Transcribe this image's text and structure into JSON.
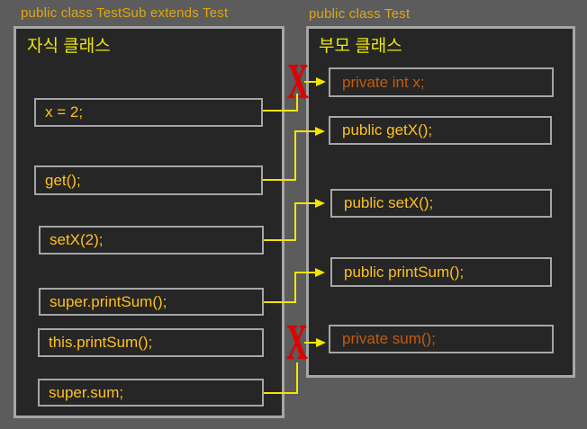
{
  "slide": {
    "headers": {
      "left": "public class TestSub extends Test",
      "right": "public class Test"
    },
    "child_class": {
      "title": "자식 클래스",
      "items": [
        {
          "label": "x = 2;"
        },
        {
          "label": "get();"
        },
        {
          "label": "setX(2);"
        },
        {
          "label": "super.printSum();"
        },
        {
          "label": "this.printSum();"
        },
        {
          "label": "super.sum;"
        }
      ]
    },
    "parent_class": {
      "title": "부모 클래스",
      "items": [
        {
          "label": "private int x;",
          "access": "private"
        },
        {
          "label": "public getX();",
          "access": "public"
        },
        {
          "label": "public setX();",
          "access": "public"
        },
        {
          "label": "public printSum();",
          "access": "public"
        },
        {
          "label": "private sum();",
          "access": "private"
        }
      ]
    },
    "icons": {
      "blocked_x": "X"
    },
    "colors": {
      "background": "#5c5c5c",
      "box_fill": "#262626",
      "box_border": "#a6a6a6",
      "header_text": "#e0a60f",
      "title_text": "#ece60b",
      "member_text": "#ffc01e",
      "private_member_text": "#c25a10",
      "connector": "#f2e500",
      "blocked_x": "#e00000"
    }
  }
}
